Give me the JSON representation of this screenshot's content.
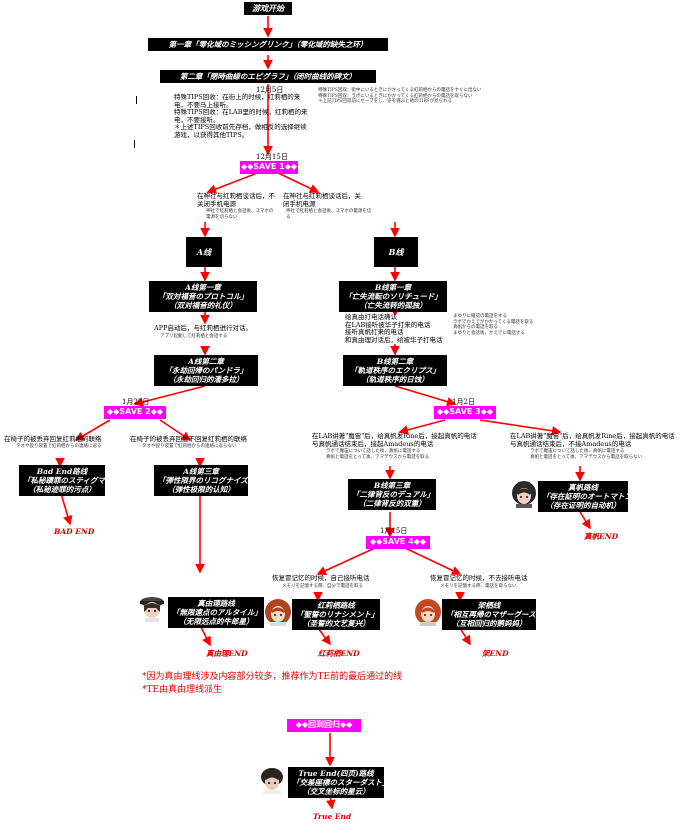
{
  "colors": {
    "arrow": "#ff0000",
    "box_bg": "#000000",
    "save_bg": "#ff00ff",
    "end_text": "#e00000"
  },
  "start": "游戏开始",
  "chapters": {
    "ch1": "第一章「零化域のミッシングリンク」（零化域的缺失之环）",
    "ch2": "第二章「閉時曲線のエピグラフ」（闭时曲线的碑文）"
  },
  "dec5": {
    "date": "12月5日",
    "cn1": "特殊TIPS回收：在街上的时候，红莉栖的来电，不要马上接听。",
    "cn2": "特殊TIPS回收：在LAB里的时候，红莉栖的来电，不要接听。",
    "cn3": "＊上述TIPS回收前先存档，做相反的选择继续游戏，以获得其他TIPS。",
    "jp1": "特殊TIPS回収：街中にいるときにかかってくる紅莉栖からの電話をすぐに出ない",
    "jp2": "特殊TIPS回収：ラボにいるときにかかってくる紅莉栖からの電話を取らない",
    "jp3": "＊上記TIPS回収前にセーブをし、逆を選ぶと他のTIPSが見られる"
  },
  "dec15": {
    "date": "12月15日",
    "save": "◆◆SAVE 1◆◆",
    "left_cn": "在神社与红莉栖谈话后，不关闭手机电源",
    "left_jp": "神社で紅莉栖と会話後、スマホの電源を切らない",
    "right_cn": "在神社与红莉栖谈话后，关闭手机电源",
    "right_jp": "神社で紅莉栖と会話後、スマホの電源を切る"
  },
  "lineA": {
    "label": "A线",
    "ch1_l1": "A线第一章",
    "ch1_l2": "「双対福音のプロトコル」",
    "ch1_l3": "（双对福音的礼仪）",
    "mid_cn": "APP启动后，与红莉栖进行对话。",
    "mid_jp": "アプリ起動して紅莉栖と会話する",
    "ch2_l1": "A线第二章",
    "ch2_l2": "「永劫回帰のパンドラ」",
    "ch2_l3": "（永劫回归的潘多拉）"
  },
  "lineB": {
    "label": "B线",
    "ch1_l1": "B线第一章",
    "ch1_l2": "「亡失流転のソリチュード」",
    "ch1_l3": "（亡失流转的孤独）",
    "mid_cn": "给真由打电话确认\n在LAB接听被华子打来的电话\n接听真帆打来的电话\n和真由理对话后，给被华子打电话",
    "mid_jp": "まゆりに確認の電話をする\nラボでかえでがかかってくる電話を取る\n真帆からの電話を取る\nまゆりと会話後、かえでに電話する",
    "ch2_l1": "B线第二章",
    "ch2_l2": "「軌道秩序のエクリプス」",
    "ch2_l3": "（轨道秩序的日蚀）"
  },
  "jan23": {
    "date": "1月23日",
    "save": "◆◆SAVE 2◆◆",
    "left_cn": "在椅子的被丢弃回复红莉栖的联络",
    "left_jp": "タオや殴り袋置で紅莉栖からの連絡に返る",
    "mid_cn": "在椅子的被丢弃回复不回复红莉栖的联络",
    "mid_jp": "タオや殴り袋置で紅莉栖からの連絡に返らない"
  },
  "bad": {
    "l1": "Bad End路线",
    "l2": "「私秘蹟罪のスティグマ」",
    "l3": "（私秘迹罪的污点）",
    "end": "BAD END"
  },
  "a3": {
    "l1": "A线第三章",
    "l2": "「弾性限界のリコグナイズ」",
    "l3": "（弹性极限的认知）"
  },
  "mayuri": {
    "l1": "真由理路线",
    "l2": "「無限遠点のアルタイル」",
    "l3": "（无限远点的牛郎星）",
    "end": "真由理END"
  },
  "jan2": {
    "date": "1月2日",
    "save": "◆◆SAVE 3◆◆",
    "left_cn": "在LAB讲著\"魔宙\"后，给真帆发Rine后，接起真帆的电话\n与真帆通话结束后，接起Amadeus的电话",
    "left_jp": "ラボで魔宙について話した後、真帆に電話する\n真帆と電話をとって後、アマデウスから電話を取る",
    "right_cn": "在LAB讲著\"魔宙\"后，给真帆发Rine后，接起真帆的电话\n与真帆通话结束后，不接Amadeus的电话",
    "right_jp": "ラボで魔宙について話した後、真帆に電話する\n真帆と電話をとって後、アマデウスから電話を取らない"
  },
  "b3": {
    "l1": "B线第三章",
    "l2": "「二律背反のデュアル」",
    "l3": "（二律背反的双重）"
  },
  "maho": {
    "l1": "真帆路线",
    "l2": "「存在証明のオートマトン」",
    "l3": "（存在证明的自动机）",
    "end": "真帆END"
  },
  "jan15": {
    "date": "1月15日",
    "save": "◆◆SAVE 4◆◆",
    "left_cn": "恢复冒记忆的时候，自己接听电话",
    "left_jp": "メモリを記憶する際、自分で電話を取る",
    "right_cn": "恢复冒记忆的时候，不去接听电话",
    "right_jp": "メモリを記憶する際、電話を取らない"
  },
  "kurisu": {
    "l1": "红莉栖路线",
    "l2": "「聖誓のリナシメント」",
    "l3": "（圣誓的文艺复兴）",
    "end": "红莉栖END"
  },
  "kagari": {
    "l1": "架栖线",
    "l2": "「相互再帰のマザーグース」",
    "l3": "（互相回归的鹅妈妈）",
    "end": "架END"
  },
  "notes": {
    "n1": "*因为真由理线涉及内容部分较多，推荐作为TE前的最后通过的线",
    "n2": "*TE由真由理线派生"
  },
  "final_save": "◆◆回到回归◆◆",
  "true_end": {
    "l1": "True End(四页)路线",
    "l2": "「交差座標のスターダスト」",
    "l3": "（交叉坐标的星云）",
    "end": "True End"
  },
  "icons": [
    "mayuri-portrait-icon",
    "maho-portrait-icon",
    "kurisu-portrait-icon",
    "kagari-portrait-icon",
    "okabe-portrait-icon"
  ]
}
